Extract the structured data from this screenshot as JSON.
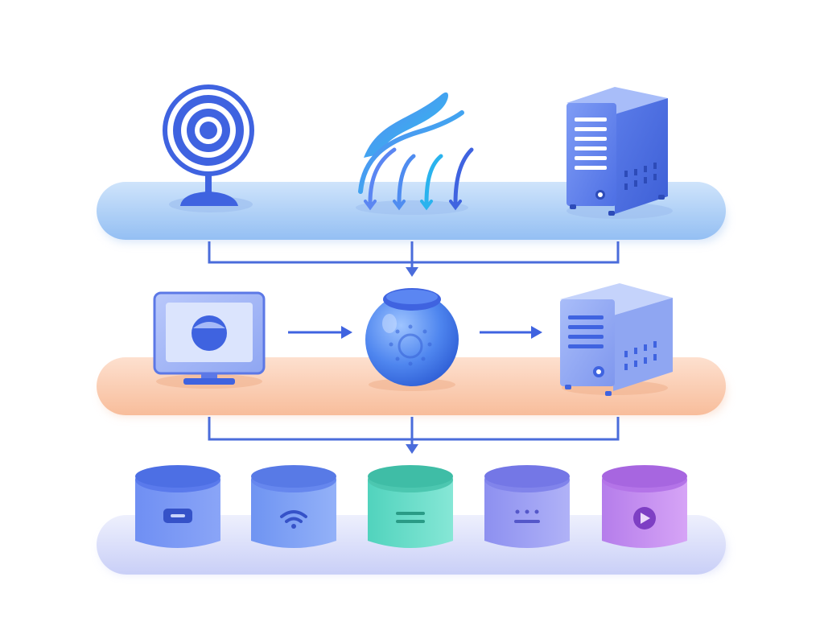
{
  "diagram": {
    "layers": [
      {
        "name": "top-layer",
        "color": "#bcd9f8",
        "components": [
          {
            "icon": "webcam-icon"
          },
          {
            "icon": "data-stream-icon"
          },
          {
            "icon": "server-tower-icon"
          }
        ]
      },
      {
        "name": "middle-layer",
        "color": "#fdd3bd",
        "components": [
          {
            "icon": "monitor-icon"
          },
          {
            "icon": "sphere-processor-icon"
          },
          {
            "icon": "server-box-icon"
          }
        ]
      },
      {
        "name": "bottom-layer",
        "color": "#dde1fb",
        "components": [
          {
            "icon": "storage-cylinder-icon",
            "color": "#6f8ff3"
          },
          {
            "icon": "storage-cylinder-wifi-icon",
            "color": "#7ea0f5"
          },
          {
            "icon": "storage-cylinder-list-icon",
            "color": "#5fd8c4"
          },
          {
            "icon": "storage-cylinder-dots-icon",
            "color": "#9a9cf3"
          },
          {
            "icon": "storage-cylinder-play-icon",
            "color": "#c48cf0"
          }
        ]
      }
    ],
    "connector_color": "#4a6cdb",
    "accent_color": "#3f63e0"
  }
}
